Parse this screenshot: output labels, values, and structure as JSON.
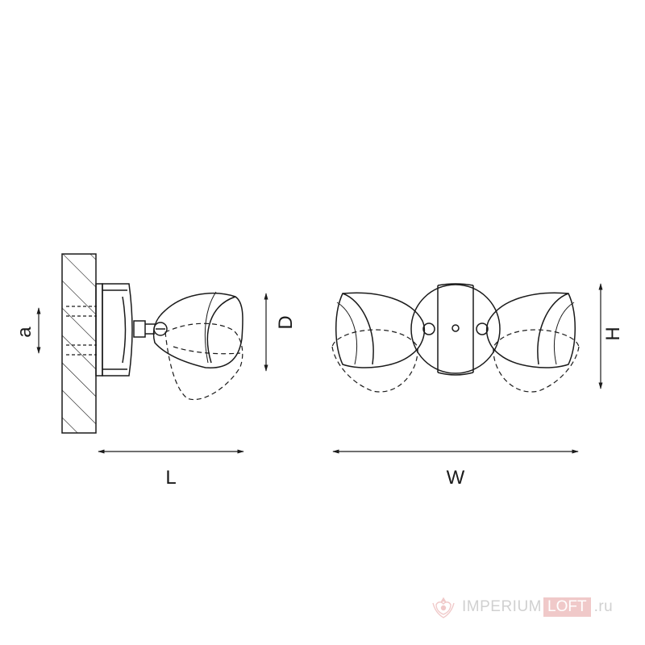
{
  "dimensions": {
    "a": "a",
    "D": "D",
    "L": "L",
    "W": "W",
    "H": "H"
  },
  "watermark": {
    "brand_left": "IMPERIUM",
    "brand_box": "LOFT",
    "brand_suffix": ".ru",
    "accent_color": "#e08a8a",
    "logo_icon": "crest-logo-icon"
  },
  "colors": {
    "line": "#1a1a1a",
    "hatch": "#1a1a1a",
    "background": "#ffffff"
  }
}
